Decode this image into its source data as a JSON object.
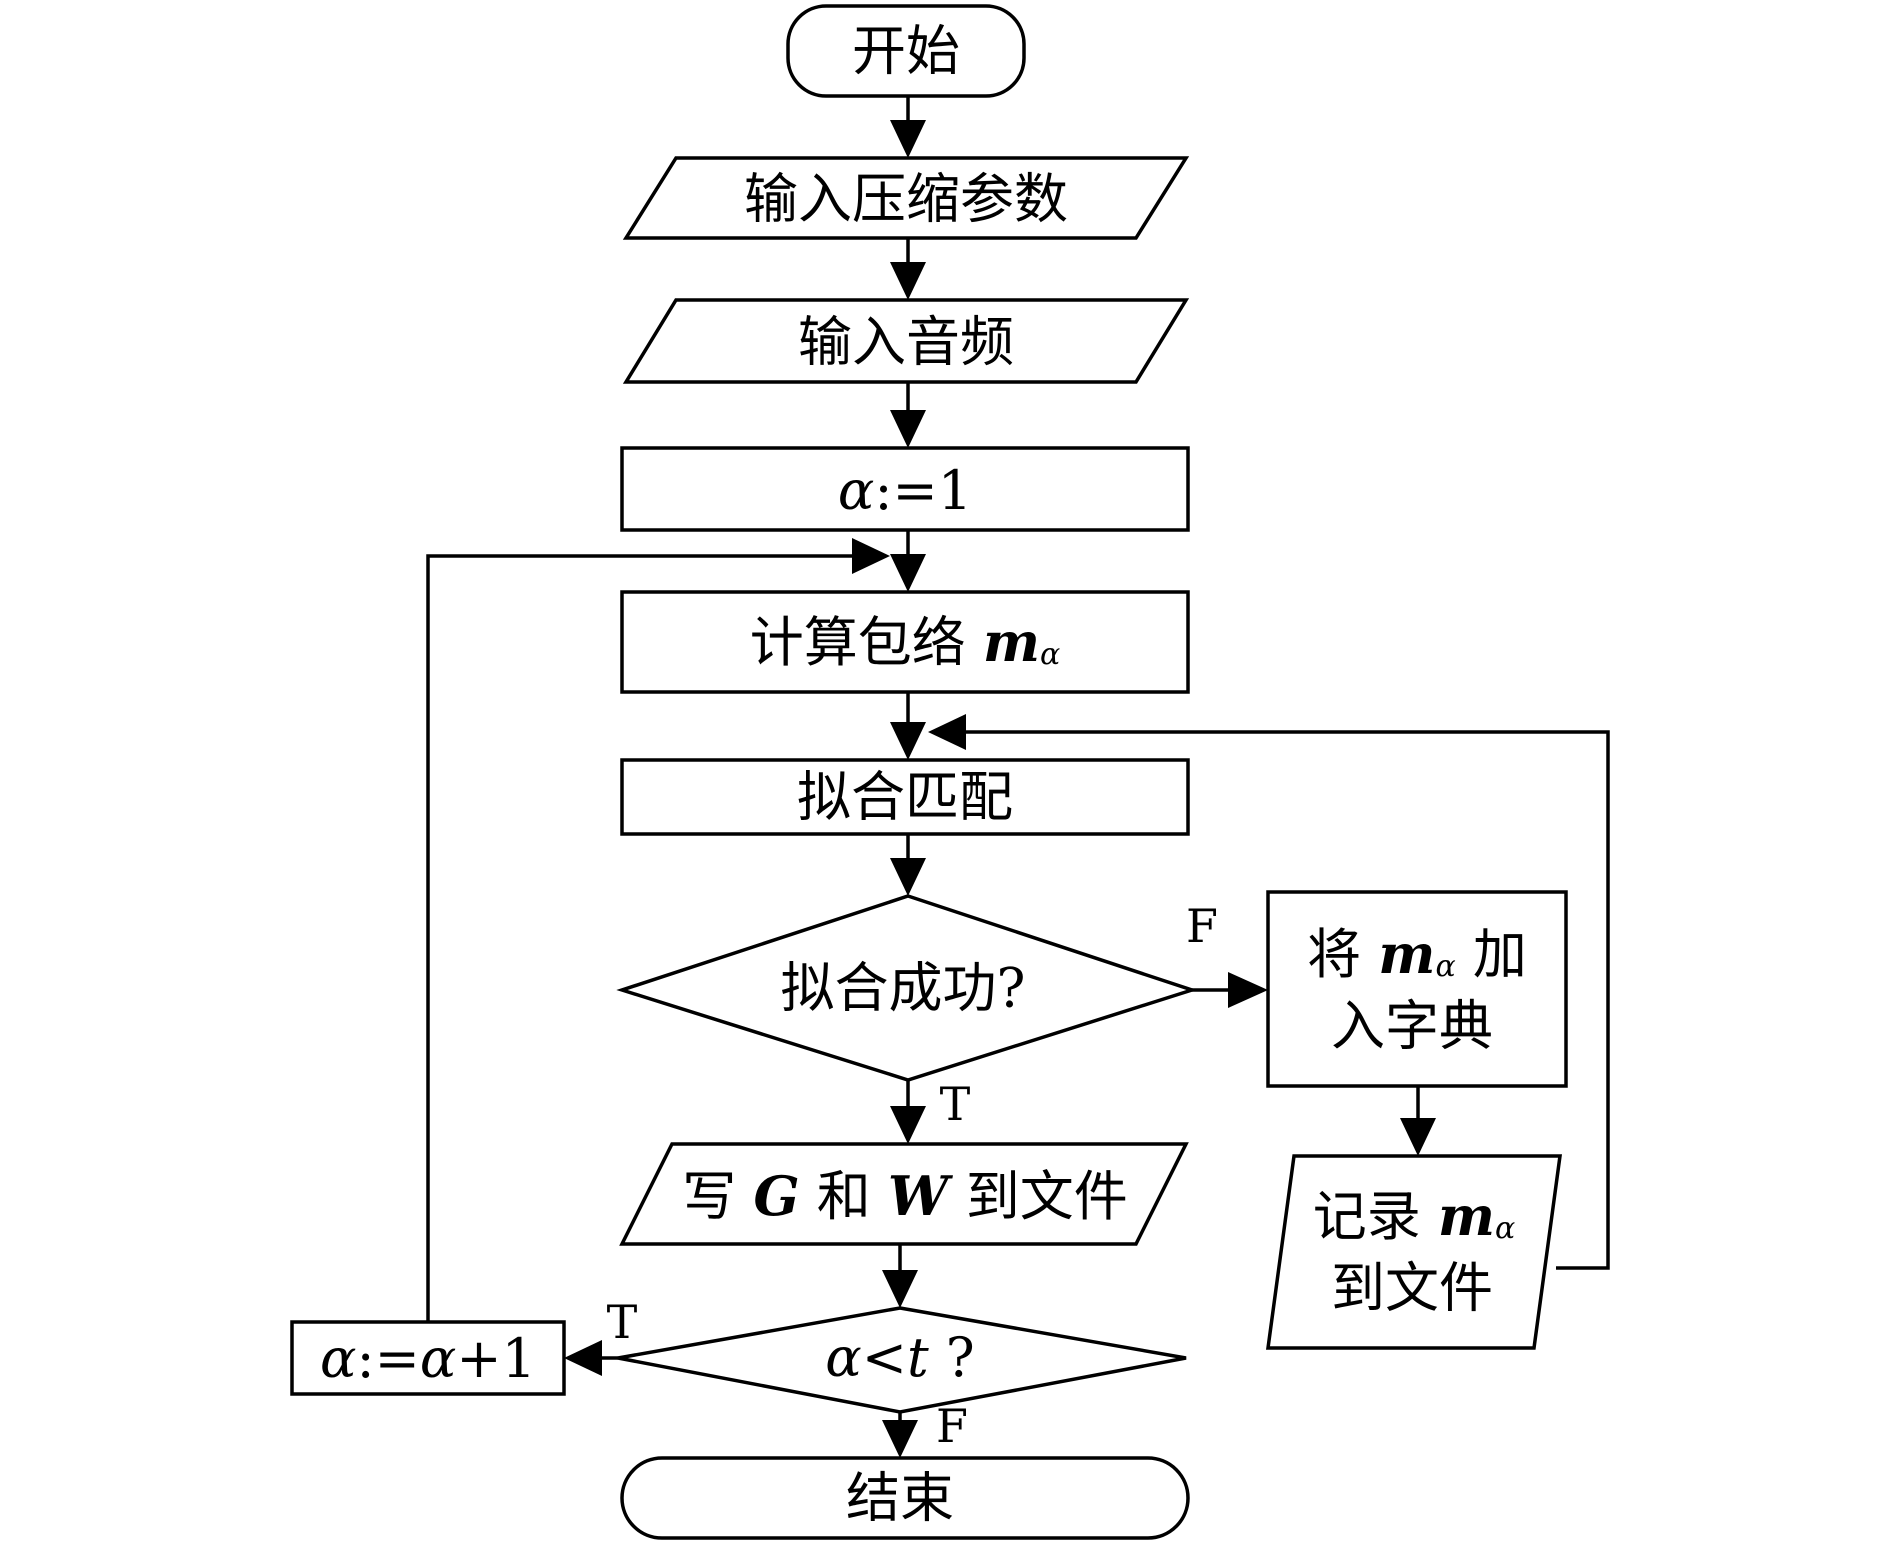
{
  "nodes": {
    "start": "开始",
    "input_params": "输入压缩参数",
    "input_audio": "输入音频",
    "init_alpha": {
      "sym": "α",
      "rest": ":=1"
    },
    "compute_envelope": {
      "text": "计算包络 ",
      "var": "m",
      "sub": "α"
    },
    "fit_match": "拟合匹配",
    "fit_success": "拟合成功?",
    "add_dict": {
      "l1_a": "将 ",
      "var": "m",
      "sub": "α",
      "l1_b": " 加",
      "l2": "入字典"
    },
    "write_file": {
      "a": "写 ",
      "g": "G",
      "b": " 和 ",
      "w": "W",
      "c": " 到文件"
    },
    "record_file": {
      "l1_a": "记录 ",
      "var": "m",
      "sub": "α",
      "l2": "到文件"
    },
    "compare": {
      "a": "α",
      "lt": "<",
      "t": "t",
      "q": " ?"
    },
    "increment": {
      "a": "α",
      "mid": ":=",
      "b": "α",
      "c": "+1"
    },
    "end": "结束"
  },
  "edge_labels": {
    "fit_false": "F",
    "fit_true": "T",
    "compare_true": "T",
    "compare_false": "F"
  }
}
